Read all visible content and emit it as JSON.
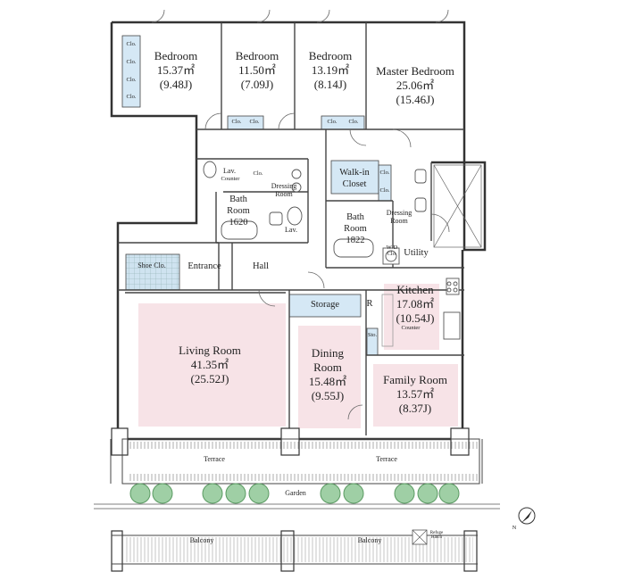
{
  "rooms": {
    "bedroom1": {
      "name": "Bedroom",
      "area": "15.37㎡",
      "tatami": "(9.48J)"
    },
    "bedroom2": {
      "name": "Bedroom",
      "area": "11.50㎡",
      "tatami": "(7.09J)"
    },
    "bedroom3": {
      "name": "Bedroom",
      "area": "13.19㎡",
      "tatami": "(8.14J)"
    },
    "master": {
      "name": "Master Bedroom",
      "area": "25.06㎡",
      "tatami": "(15.46J)"
    },
    "living": {
      "name": "Living Room",
      "area": "41.35㎡",
      "tatami": "(25.52J)"
    },
    "dining_line1": "Dining",
    "dining_line2": "Room",
    "dining": {
      "area": "15.48㎡",
      "tatami": "(9.55J)"
    },
    "family": {
      "name": "Family Room",
      "area": "13.57㎡",
      "tatami": "(8.37J)"
    },
    "kitchen": {
      "name": "Kitchen",
      "area": "17.08㎡",
      "tatami": "(10.54J)"
    }
  },
  "labels": {
    "clo": "Clo.",
    "lav": "Lav.",
    "counter": "Counter",
    "dressing1": "Dressing",
    "dressing2": "Room",
    "walkin1": "Walk-in",
    "walkin2": "Closet",
    "bath": "Bath",
    "bathroom2": "Room",
    "bath1_code": "1620",
    "bath2_code": "1822",
    "shoe_clo": "Shoe Clo.",
    "entrance": "Entrance",
    "hall": "Hall",
    "storage": "Storage",
    "r": "R",
    "sto": "Sto.",
    "wd": "W/D",
    "wd2": "Clo.",
    "utility": "Utility",
    "terrace": "Terrace",
    "garden": "Garden",
    "balcony": "Balcony",
    "refuge1": "Refuge",
    "refuge2": "Hatch",
    "north": "N"
  }
}
